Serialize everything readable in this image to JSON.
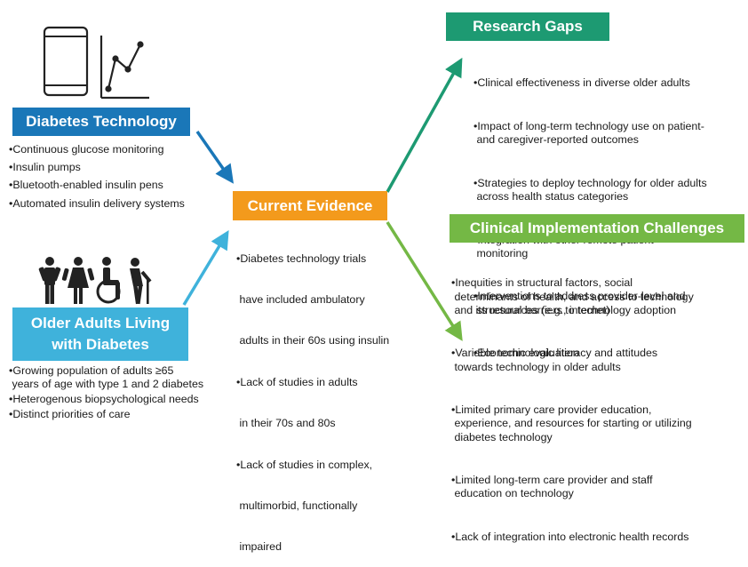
{
  "colors": {
    "tech_blue": "#1a77b8",
    "evidence_orange": "#f39a1c",
    "gaps_green": "#1d9a72",
    "challenges_green": "#74b845",
    "older_cyan": "#3fb2db"
  },
  "icons": [
    "smartphone-icon",
    "line-graph-icon",
    "people-group-icon"
  ],
  "diabetes_technology": {
    "title": "Diabetes Technology",
    "items": [
      "•Continuous glucose monitoring",
      "•Insulin pumps",
      "•Bluetooth-enabled insulin pens",
      "•Automated insulin delivery systems"
    ]
  },
  "older_adults": {
    "title_line1": "Older Adults Living",
    "title_line2": "with Diabetes",
    "items": [
      "•Growing population of adults ≥65",
      " years of age with type 1 and 2 diabetes",
      "•Heterogenous biopsychological needs",
      "•Distinct priorities of care"
    ]
  },
  "current_evidence": {
    "title": "Current Evidence",
    "items": [
      "•Diabetes technology trials",
      " have included ambulatory",
      " adults in their 60s using insulin",
      "•Lack of studies in adults",
      " in their 70s and 80s",
      "•Lack of studies in complex,",
      " multimorbid, functionally",
      " impaired"
    ]
  },
  "research_gaps": {
    "title": "Research Gaps",
    "items": [
      [
        "•Clinical effectiveness in diverse older adults"
      ],
      [
        "•Impact of long-term technology use on patient-",
        " and caregiver-reported outcomes"
      ],
      [
        "•Strategies to deploy technology for older adults",
        " across health status categories"
      ],
      [
        "•Integration with other remote patient",
        " monitoring"
      ],
      [
        "•Interventions to address provider-level and",
        " structural barriers to technology adoption"
      ],
      [
        "•Economic evaluation"
      ]
    ]
  },
  "clinical_challenges": {
    "title": "Clinical Implementation Challenges",
    "items": [
      [
        "•Inequities in structural factors, social",
        " determinants of health, and access to technology",
        " and its resources (e.g., internet)"
      ],
      [
        "•Variable technologic literacy and attitudes",
        " towards technology in older adults"
      ],
      [
        "•Limited primary care provider education,",
        " experience, and resources for starting or utilizing",
        " diabetes technology"
      ],
      [
        "•Limited long-term care provider and staff",
        " education on technology"
      ],
      [
        "•Lack of integration into electronic health records"
      ]
    ]
  }
}
